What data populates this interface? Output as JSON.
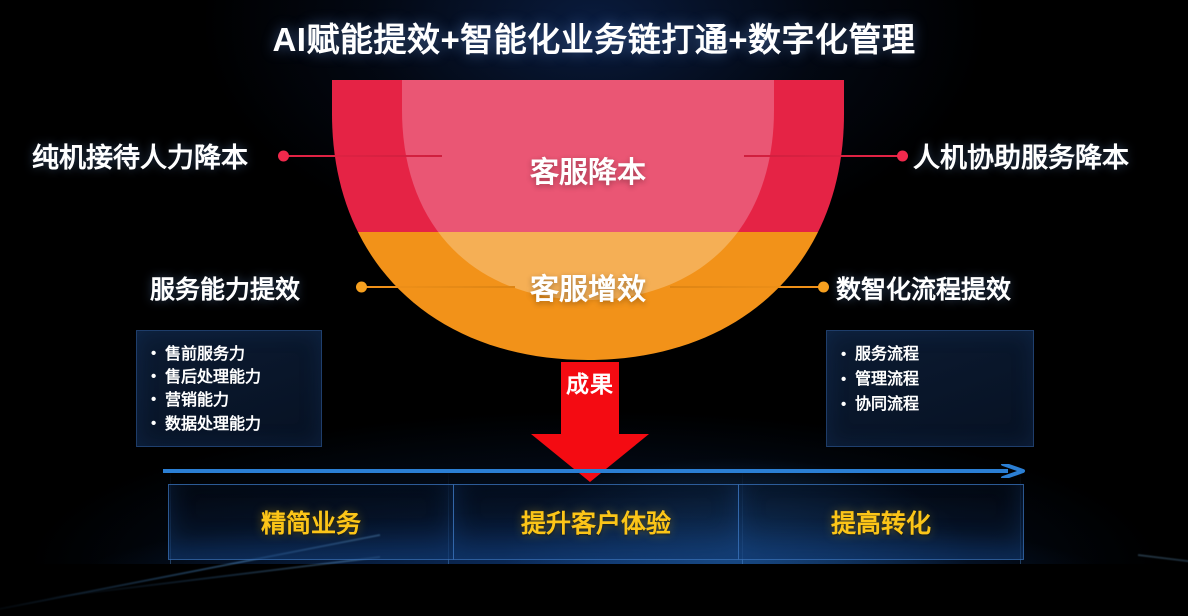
{
  "title": "AI赋能提效+智能化业务链打通+数字化管理",
  "funnel": {
    "stages": [
      {
        "label": "客服降本",
        "fill": "#ea5674",
        "rim": "#e52345"
      },
      {
        "label": "客服增效",
        "fill": "#f5af55",
        "rim": "#f29219"
      }
    ]
  },
  "side_labels": {
    "top_left": "纯机接待人力降本",
    "top_right": "人机协助服务降本",
    "mid_left": "服务能力提效",
    "mid_right": "数智化流程提效"
  },
  "bullet_boxes": {
    "left": [
      "售前服务力",
      "售后处理能力",
      "营销能力",
      "数据处理能力"
    ],
    "right": [
      "服务流程",
      "管理流程",
      "协同流程"
    ]
  },
  "results_arrow": {
    "label": "成果",
    "color": "#f40b12"
  },
  "outcomes": [
    {
      "label": "精简业务"
    },
    {
      "label": "提升客户体验"
    },
    {
      "label": "提高转化"
    }
  ],
  "colors": {
    "background": "#000000",
    "accent_pink": "#ea5674",
    "accent_crimson": "#e52345",
    "accent_orange": "#f29219",
    "accent_orange_light": "#f5af55",
    "outcome_text": "#fcc518",
    "flow_blue": "#2b7fd4",
    "title_text": "#ffffff"
  }
}
